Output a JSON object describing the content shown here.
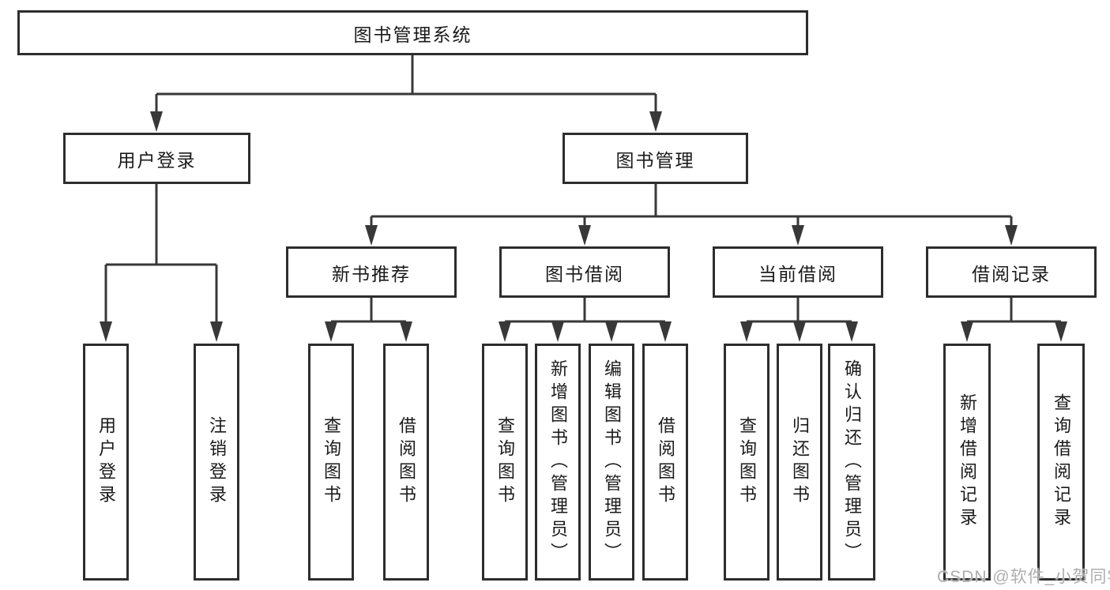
{
  "diagram": {
    "root": "图书管理系统",
    "level2": {
      "user_login": "用户登录",
      "book_management": "图书管理"
    },
    "level3": {
      "new_book": "新书推荐",
      "book_borrow": "图书借阅",
      "current_borrow": "当前借阅",
      "borrow_record": "借阅记录"
    },
    "leaves": {
      "user": [
        "用户登录",
        "注销登录"
      ],
      "new_book": [
        "查询图书",
        "借阅图书"
      ],
      "book_borrow": [
        "查询图书",
        "新增图书（管理员）",
        "编辑图书（管理员）",
        "借阅图书"
      ],
      "current_borrow": [
        "查询图书",
        "归还图书",
        "确认归还（管理员）"
      ],
      "borrow_record": [
        "新增借阅记录",
        "查询借阅记录"
      ]
    }
  },
  "watermark": "CSDN @软件_小贺同学",
  "colors": {
    "line": "#383838",
    "border": "#2d2d2d",
    "text": "#1a1a1a",
    "watermark": "#aeaeae",
    "background": "#ffffff"
  }
}
